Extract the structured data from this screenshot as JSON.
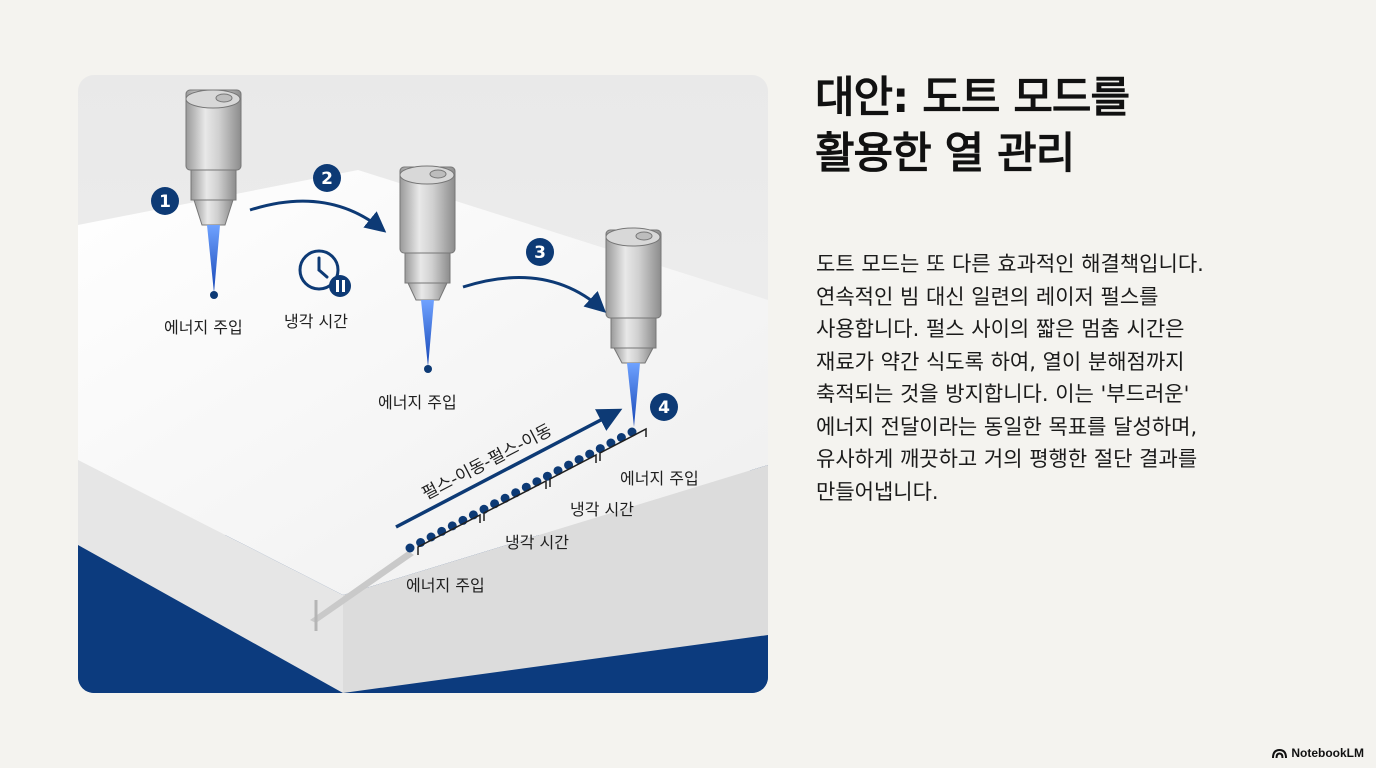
{
  "title_lines": [
    "대안: 도트 모드를",
    "활용한 열 관리"
  ],
  "body_lines": [
    "도트 모드는 또 다른 효과적인 해결책입니다.",
    "연속적인 빔 대신 일련의 레이저 펄스를",
    "사용합니다. 펄스 사이의 짧은 멈춤 시간은",
    "재료가 약간 식도록 하여, 열이 분해점까지",
    "축적되는 것을 방지합니다. 이는 '부드러운'",
    "에너지 전달이라는 동일한 목표를 달성하며,",
    "유사하게 깨끗하고 거의 평행한 절단 결과를",
    "만들어냅니다."
  ],
  "diagram": {
    "steps": [
      "1",
      "2",
      "3",
      "4"
    ],
    "labels": {
      "energy_1": "에너지 주입",
      "cooling_1": "냉각 시간",
      "energy_2": "에너지 주입",
      "sequence": "펄스-이동-펄스-이동",
      "energy_3": "에너지 주입",
      "cooling_2": "냉각 시간",
      "cooling_3": "냉각 시간",
      "energy_4": "에너지 주입"
    },
    "colors": {
      "accent": "#0d3a75",
      "beam": "#1f5fd1",
      "material": "#f7f7f7",
      "base": "#0c3b7e"
    }
  },
  "brand": "NotebookLM"
}
